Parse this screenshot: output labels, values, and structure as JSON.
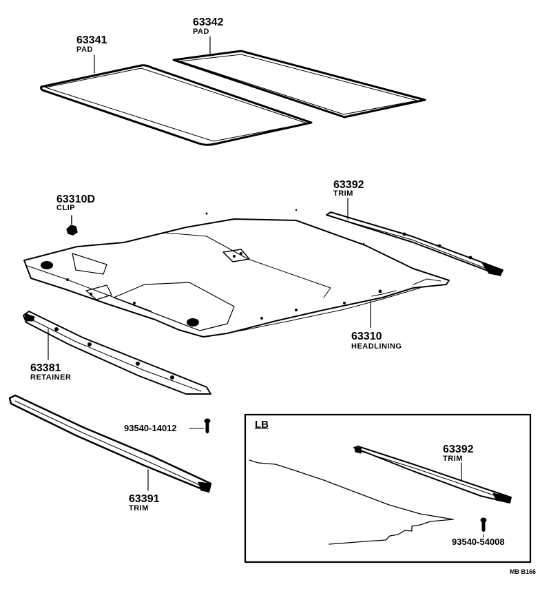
{
  "parts": [
    {
      "id": "pad-63341",
      "number": "63341",
      "name": "PAD"
    },
    {
      "id": "pad-63342",
      "number": "63342",
      "name": "PAD"
    },
    {
      "id": "clip-63310d",
      "number": "63310D",
      "name": "CLIP"
    },
    {
      "id": "trim-63392",
      "number": "63392",
      "name": "TRIM"
    },
    {
      "id": "headlining-63310",
      "number": "63310",
      "name": "HEADLINING"
    },
    {
      "id": "retainer-63381",
      "number": "63381",
      "name": "RETAINER"
    },
    {
      "id": "trim-63391",
      "number": "63391",
      "name": "TRIM"
    }
  ],
  "screws": [
    "93540-14012",
    "93540-54008"
  ],
  "inset": {
    "label": "LB",
    "part": {
      "number": "63392",
      "name": "TRIM"
    }
  },
  "figure_code": "MB B166"
}
